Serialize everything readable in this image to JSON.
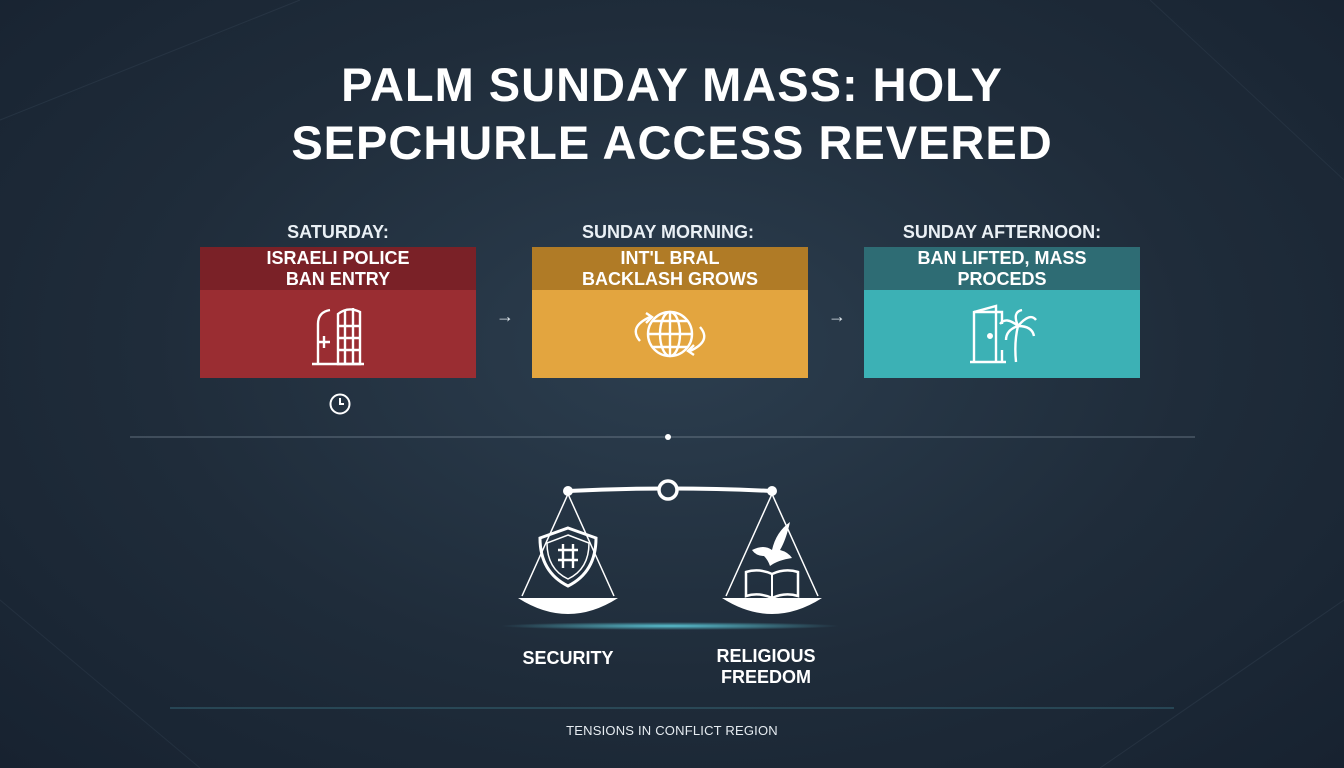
{
  "title": {
    "line1": "PALM SUNDAY MASS: HOLY",
    "line2": "SEPCHURLE ACCESS REVERED"
  },
  "timeline": {
    "stages": [
      {
        "label": "SATURDAY:",
        "band_line1": "ISRAELI POLICE",
        "band_line2": "BAN ENTRY",
        "icon": "gate-icon",
        "band_color": "#7a2127",
        "body_color": "#9a2d32"
      },
      {
        "label": "SUNDAY MORNING:",
        "band_line1": "INT'L BRAL",
        "band_line2": "BACKLASH GROWS",
        "icon": "globe-icon",
        "band_color": "#b07b26",
        "body_color": "#e3a53f"
      },
      {
        "label": "SUNDAY AFTERNOON:",
        "band_line1": "BAN LIFTED, MASS",
        "band_line2": "PROCEDS",
        "icon": "door-palm-icon",
        "band_color": "#2e6c74",
        "body_color": "#3cb1b5"
      }
    ],
    "arrow_glyph": "→",
    "clock_icon": "clock-icon"
  },
  "balance": {
    "icon": "scale-icon",
    "left_label": "SECURITY",
    "right_label_line1": "RELIGIOUS",
    "right_label_line2": "FREEDOM",
    "left_icon": "shield-icon",
    "right_icons": [
      "dove-icon",
      "book-icon"
    ]
  },
  "footer": {
    "text": "TENSIONS IN CONFLICT REGION"
  }
}
